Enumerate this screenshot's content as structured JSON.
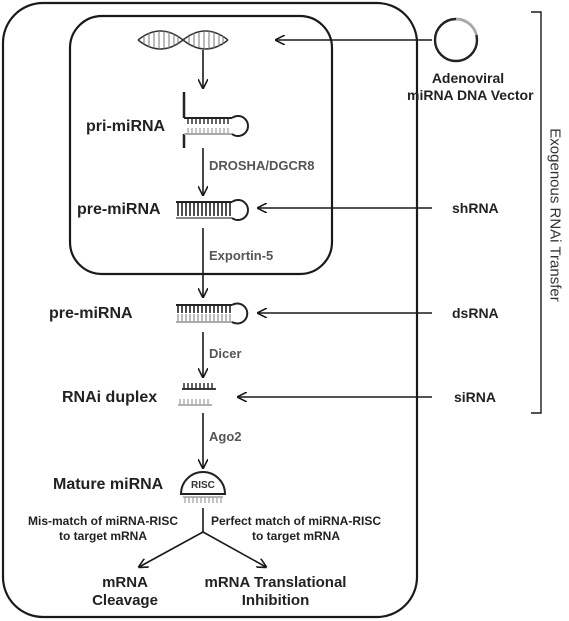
{
  "nodes": {
    "pri_mirna": "pri-miRNA",
    "pre_mirna_nucleus": "pre-miRNA",
    "pre_mirna_cyto": "pre-miRNA",
    "rnai_duplex": "RNAi duplex",
    "mature_mirna": "Mature miRNA",
    "risc": "RISC"
  },
  "steps": {
    "drosha": "DROSHA/DGCR8",
    "exportin": "Exportin-5",
    "dicer": "Dicer",
    "ago2": "Ago2"
  },
  "sources": {
    "vector_line1": "Adenoviral",
    "vector_line2": "miRNA DNA Vector",
    "shrna": "shRNA",
    "dsrna": "dsRNA",
    "sirna": "siRNA"
  },
  "bracket_label": "Exogenous RNAi Transfer",
  "branches": {
    "left_line1": "Mis-match of miRNA-RISC",
    "left_line2": "to target mRNA",
    "right_line1": "Perfect match of miRNA-RISC",
    "right_line2": "to target mRNA"
  },
  "outcomes": {
    "cleavage_line1": "mRNA",
    "cleavage_line2": "Cleavage",
    "inhibition_line1": "mRNA Translational",
    "inhibition_line2": "Inhibition"
  }
}
